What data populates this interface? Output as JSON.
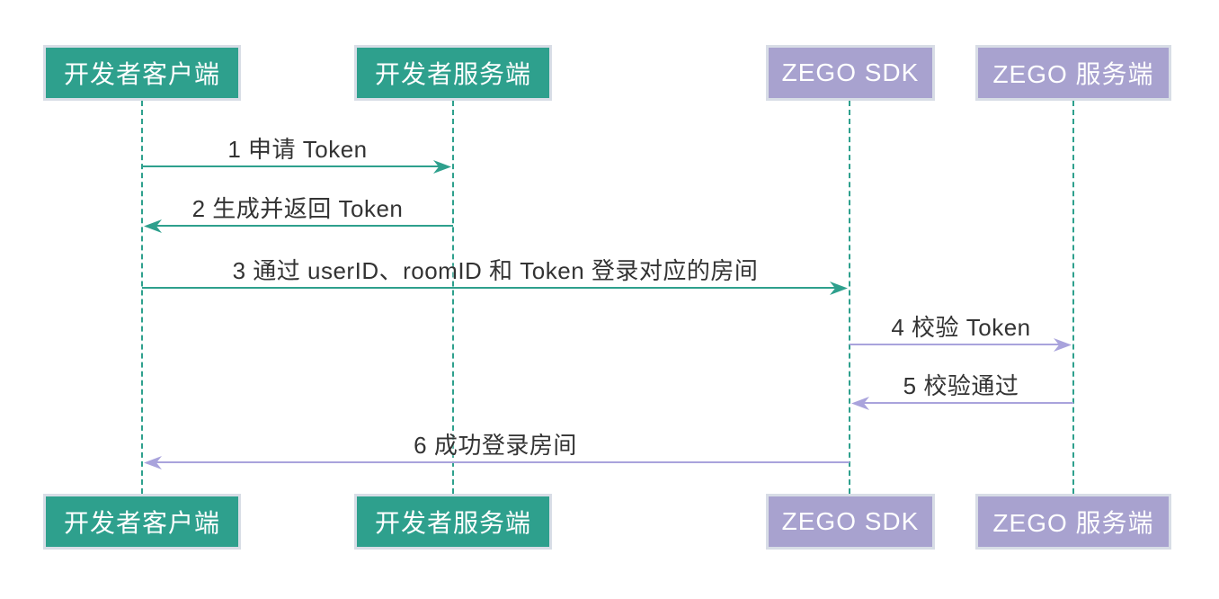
{
  "diagram": {
    "type": "sequence-diagram",
    "topic": "ZEGO Token 鉴权登录房间时序"
  },
  "colors": {
    "teal_actor_fill": "#2EA08D",
    "teal_arrow": "#2EA08D",
    "purple_actor_fill": "#A8A2CF",
    "purple_arrow": "#A9A3DC",
    "actor_border": "#D8DDE6",
    "actor_text": "#FFFFFF",
    "message_text": "#333333",
    "lifeline": "#2EA08D",
    "background": "#FFFFFF"
  },
  "actors": [
    {
      "id": "dev-client",
      "label": "开发者客户端",
      "style": "teal"
    },
    {
      "id": "dev-server",
      "label": "开发者服务端",
      "style": "teal"
    },
    {
      "id": "zego-sdk",
      "label": "ZEGO SDK",
      "style": "purple"
    },
    {
      "id": "zego-server",
      "label": "ZEGO 服务端",
      "style": "purple"
    }
  ],
  "messages": [
    {
      "seq": 1,
      "label": "1 申请 Token",
      "from": "开发者客户端",
      "to": "开发者服务端",
      "direction": "right",
      "arrow_color": "teal"
    },
    {
      "seq": 2,
      "label": "2 生成并返回 Token",
      "from": "开发者服务端",
      "to": "开发者客户端",
      "direction": "left",
      "arrow_color": "teal"
    },
    {
      "seq": 3,
      "label": "3 通过 userID、roomID 和 Token 登录对应的房间",
      "from": "开发者客户端",
      "to": "ZEGO SDK",
      "direction": "right",
      "arrow_color": "teal"
    },
    {
      "seq": 4,
      "label": "4 校验 Token",
      "from": "ZEGO SDK",
      "to": "ZEGO 服务端",
      "direction": "right",
      "arrow_color": "purple"
    },
    {
      "seq": 5,
      "label": "5 校验通过",
      "from": "ZEGO 服务端",
      "to": "ZEGO SDK",
      "direction": "left",
      "arrow_color": "purple"
    },
    {
      "seq": 6,
      "label": "6 成功登录房间",
      "from": "ZEGO SDK",
      "to": "开发者客户端",
      "direction": "left",
      "arrow_color": "purple"
    }
  ]
}
